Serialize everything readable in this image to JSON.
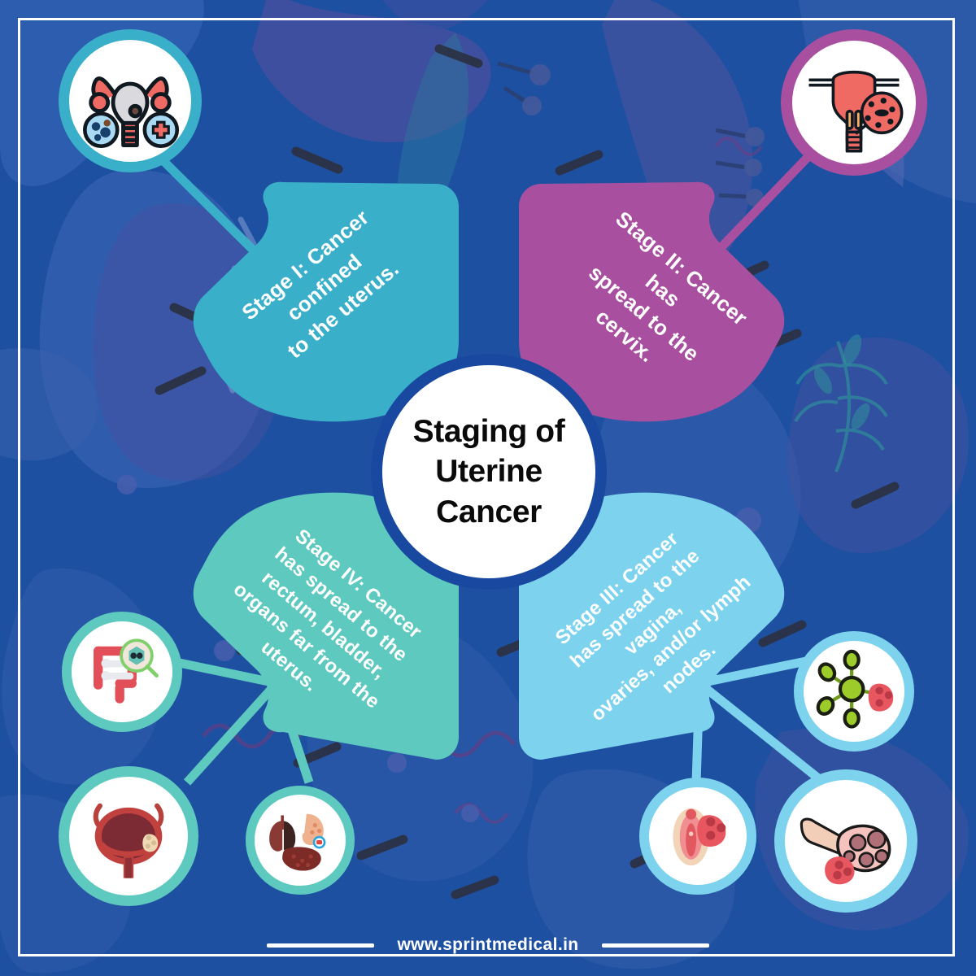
{
  "meta": {
    "background_color": "#1e50a2",
    "frame_color": "#ffffff"
  },
  "center": {
    "title": "Staging of\nUterine\nCancer",
    "text_color": "#0a0a0a",
    "bg_color": "#ffffff",
    "ring_color": "#1948a0"
  },
  "panels": [
    {
      "id": "stage-1",
      "label": "Stage I: Cancer confined\nto the uterus.",
      "color": "#3aafc9",
      "text_color": "#ffffff",
      "rotation": -40,
      "position": "top-left"
    },
    {
      "id": "stage-2",
      "label": "Stage II: Cancer has\nspread to the cervix.",
      "color": "#a css",
      "color_hex": "#a8509f",
      "text_color": "#ffffff",
      "rotation": 40,
      "position": "top-right"
    },
    {
      "id": "stage-3",
      "label": "Stage III: Cancer\nhas spread to the vagina,\novaries, and/or lymph nodes.",
      "color": "#7dd3ee",
      "text_color": "#ffffff",
      "rotation": -42,
      "position": "bottom-right"
    },
    {
      "id": "stage-4",
      "label": "Stage IV: Cancer\nhas spread to the\nrectum, bladder,\norgans far from the uterus.",
      "color": "#5ec9bf",
      "text_color": "#ffffff",
      "rotation": 40,
      "position": "bottom-left"
    }
  ],
  "icons": [
    {
      "id": "uterus",
      "name": "uterus-icon",
      "ring_color": "#3aafc9",
      "stage": "stage-1"
    },
    {
      "id": "cervix",
      "name": "cervix-icon",
      "ring_color": "#a8509f",
      "stage": "stage-2"
    },
    {
      "id": "lymph-node",
      "name": "lymph-node-icon",
      "ring_color": "#7dd3ee",
      "stage": "stage-3"
    },
    {
      "id": "vagina",
      "name": "vagina-icon",
      "ring_color": "#7dd3ee",
      "stage": "stage-3"
    },
    {
      "id": "ovary",
      "name": "ovary-icon",
      "ring_color": "#7dd3ee",
      "stage": "stage-3"
    },
    {
      "id": "rectum",
      "name": "rectum-icon",
      "ring_color": "#5ec9bf",
      "stage": "stage-4"
    },
    {
      "id": "bladder",
      "name": "bladder-icon",
      "ring_color": "#5ec9bf",
      "stage": "stage-4"
    },
    {
      "id": "distant-organs",
      "name": "distant-organs-icon",
      "ring_color": "#5ec9bf",
      "stage": "stage-4"
    }
  ],
  "footer": {
    "url": "www.sprintmedical.in",
    "rule_color": "#ffffff"
  }
}
